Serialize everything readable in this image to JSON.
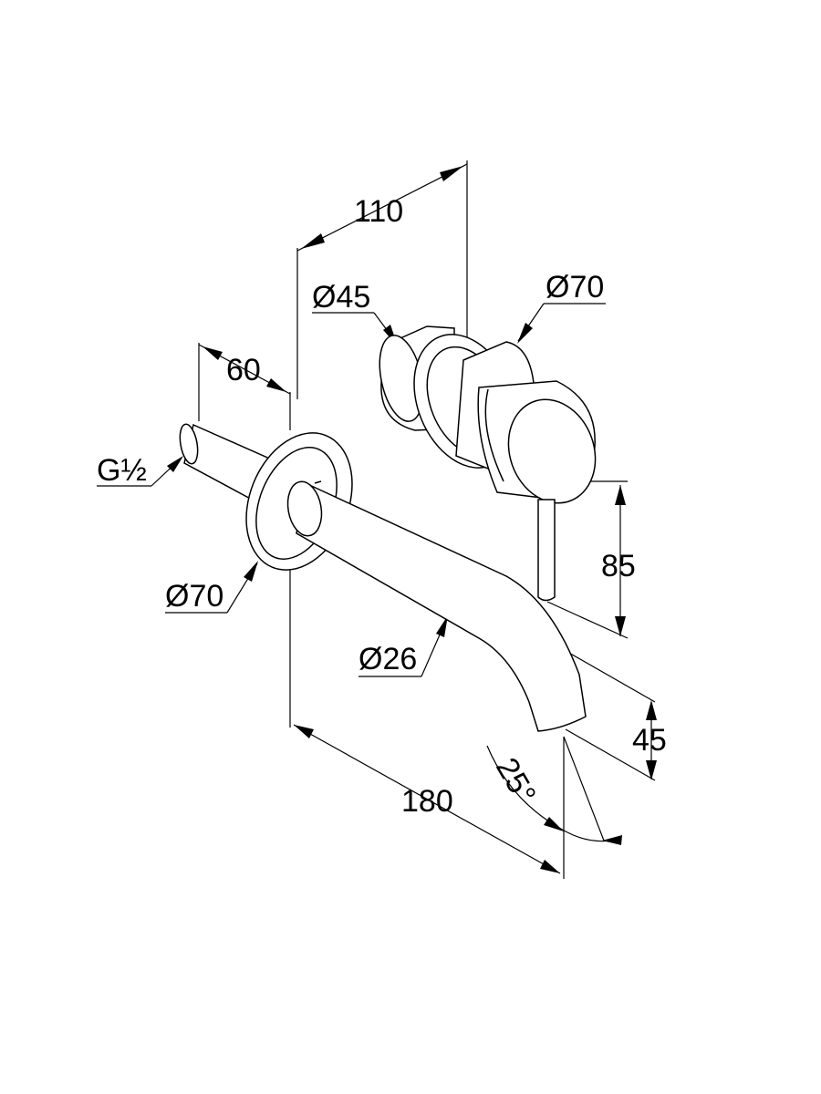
{
  "drawing": {
    "labels": {
      "width_110": "110",
      "diam_45": "Ø45",
      "diam_70_valve": "Ø70",
      "depth_60": "60",
      "thread_g": "G½",
      "diam_70_spout": "Ø70",
      "diam_26": "Ø26",
      "height_85": "85",
      "height_45": "45",
      "angle_25": "25°",
      "length_180": "180"
    }
  }
}
